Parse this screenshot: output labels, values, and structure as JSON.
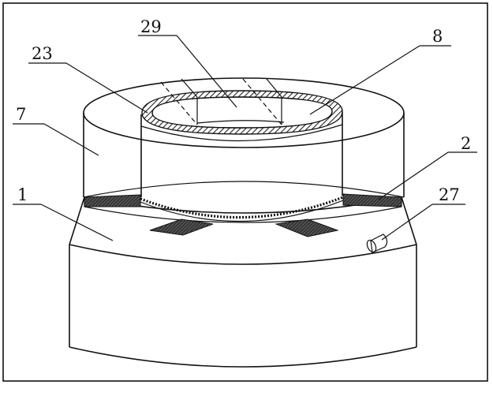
{
  "labels": {
    "l29": "29",
    "l23": "23",
    "l8": "8",
    "l7": "7",
    "l2": "2",
    "l1": "1",
    "l27": "27"
  },
  "colors": {
    "line": "#111111",
    "hatch": "#222222",
    "background": "#ffffff"
  }
}
